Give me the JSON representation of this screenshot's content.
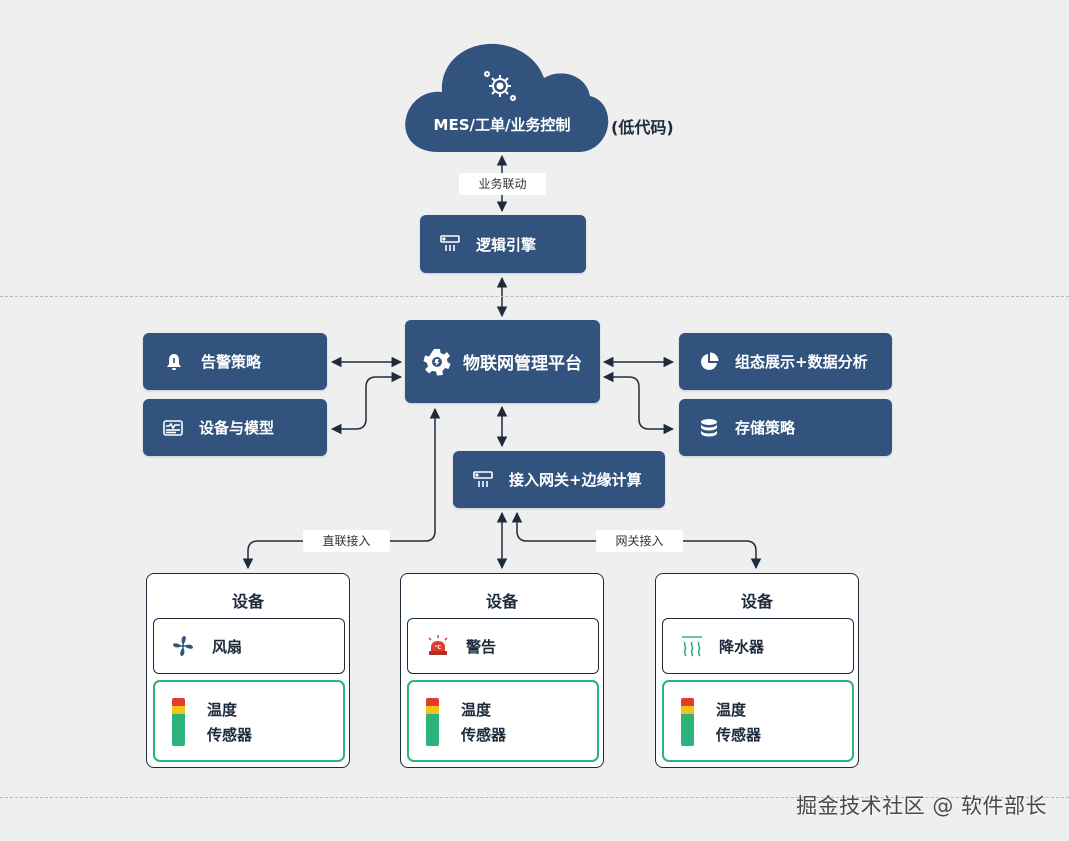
{
  "colors": {
    "box": "#31537d",
    "line": "#1e2b3a",
    "sensor_border": "#2bb37b",
    "background": "#efefef"
  },
  "cloud": {
    "label": "MES/工单/业务控制",
    "note": "(低代码)",
    "icon": "gear-network-icon"
  },
  "links": {
    "business": "业务联动",
    "direct": "直联接入",
    "gateway": "网关接入"
  },
  "nodes": {
    "logic_engine": {
      "label": "逻辑引擎",
      "icon": "server-icon"
    },
    "iot_platform": {
      "label": "物联网管理平台",
      "icon": "gear-icon"
    },
    "alarm_policy": {
      "label": "告警策略",
      "icon": "bell-icon"
    },
    "device_model": {
      "label": "设备与模型",
      "icon": "monitor-icon"
    },
    "visualization": {
      "label": "组态展示+数据分析",
      "icon": "pie-chart-icon"
    },
    "storage_policy": {
      "label": "存储策略",
      "icon": "database-icon"
    },
    "edge_gateway": {
      "label": "接入网关+边缘计算",
      "icon": "server-icon"
    }
  },
  "devices": [
    {
      "title": "设备",
      "actuator": "风扇",
      "actuator_icon": "fan-icon",
      "sensor_line1": "温度",
      "sensor_line2": "传感器"
    },
    {
      "title": "设备",
      "actuator": "警告",
      "actuator_icon": "siren-icon",
      "sensor_line1": "温度",
      "sensor_line2": "传感器"
    },
    {
      "title": "设备",
      "actuator": "降水器",
      "actuator_icon": "heat-wave-icon",
      "sensor_line1": "温度",
      "sensor_line2": "传感器"
    }
  ],
  "watermark": "掘金技术社区 @ 软件部长"
}
